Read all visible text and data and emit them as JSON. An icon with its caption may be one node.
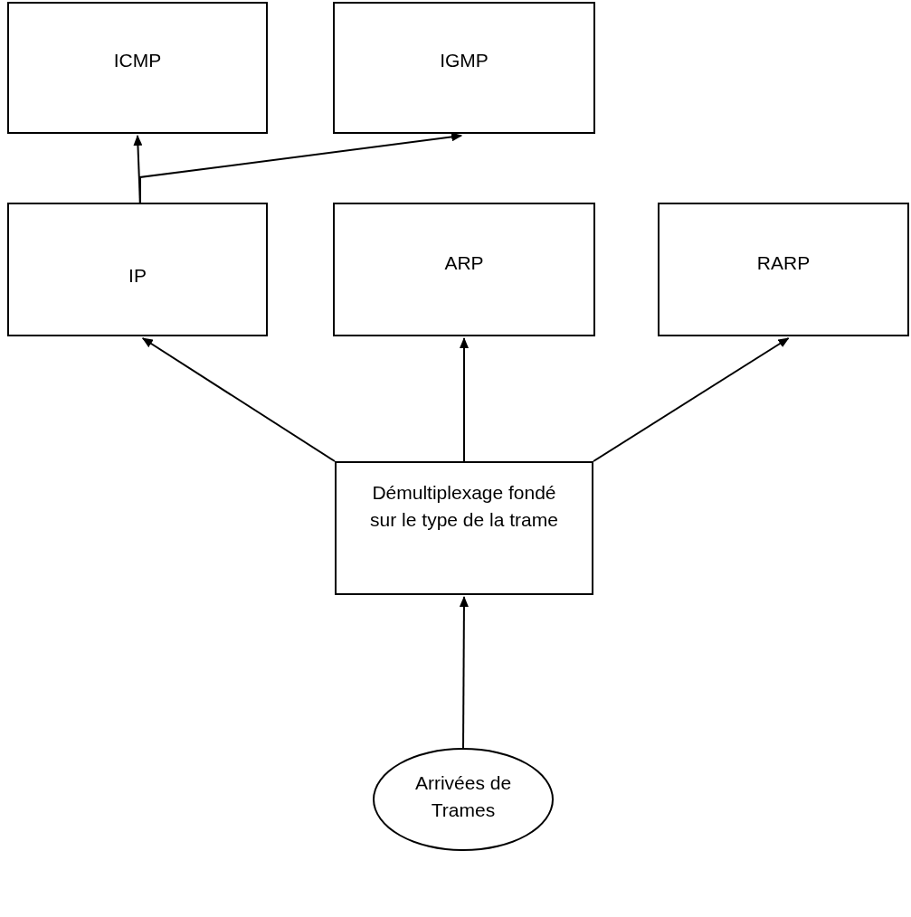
{
  "diagram": {
    "nodes": [
      {
        "text": [
          "ICMP"
        ]
      },
      {
        "text": [
          "IGMP"
        ]
      },
      {
        "text": [
          "IP"
        ]
      },
      {
        "text": [
          "ARP"
        ]
      },
      {
        "text": [
          "RARP"
        ]
      },
      {
        "text": [
          "Démultiplexage fondé sur le type de la trame"
        ]
      },
      {
        "text": [
          "Arrivées de Trames"
        ]
      }
    ],
    "edges": [
      {
        "from": 2,
        "to": 0,
        "arrow": "to"
      },
      {
        "from": 2,
        "to": 1,
        "arrow": "to"
      },
      {
        "from": 5,
        "to": 2,
        "arrow": "to"
      },
      {
        "from": 5,
        "to": 3,
        "arrow": "to"
      },
      {
        "from": 5,
        "to": 4,
        "arrow": "to"
      },
      {
        "from": 6,
        "to": 5,
        "arrow": "to"
      }
    ]
  }
}
